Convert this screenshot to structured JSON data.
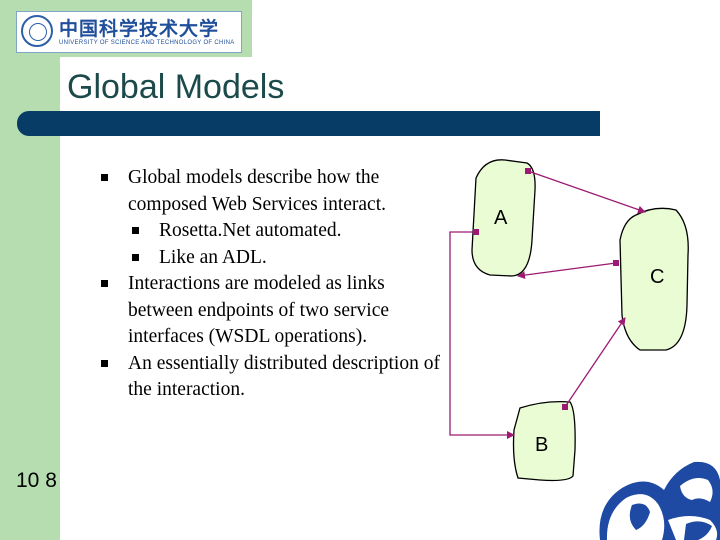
{
  "header": {
    "logo": {
      "chinese_name": "中国科学技术大学",
      "english_name": "UNIVERSITY OF SCIENCE AND TECHNOLOGY OF CHINA"
    }
  },
  "slide": {
    "title": "Global Models",
    "bullets": [
      {
        "text": "Global models describe how the composed Web Services interact.",
        "sub": [
          "Rosetta.Net automated.",
          "Like an ADL."
        ]
      },
      {
        "text": "Interactions are modeled as links between endpoints of two service interfaces (WSDL operations)."
      },
      {
        "text": "An essentially distributed description of the interaction."
      }
    ],
    "page_number": "10 8"
  },
  "diagram": {
    "nodes": [
      {
        "label": "A"
      },
      {
        "label": "B"
      },
      {
        "label": "C"
      }
    ],
    "colors": {
      "node_fill": "#e9fcd4",
      "node_stroke": "#000000",
      "link": "#9c1a72",
      "dragon": "#1e4aa3"
    }
  }
}
